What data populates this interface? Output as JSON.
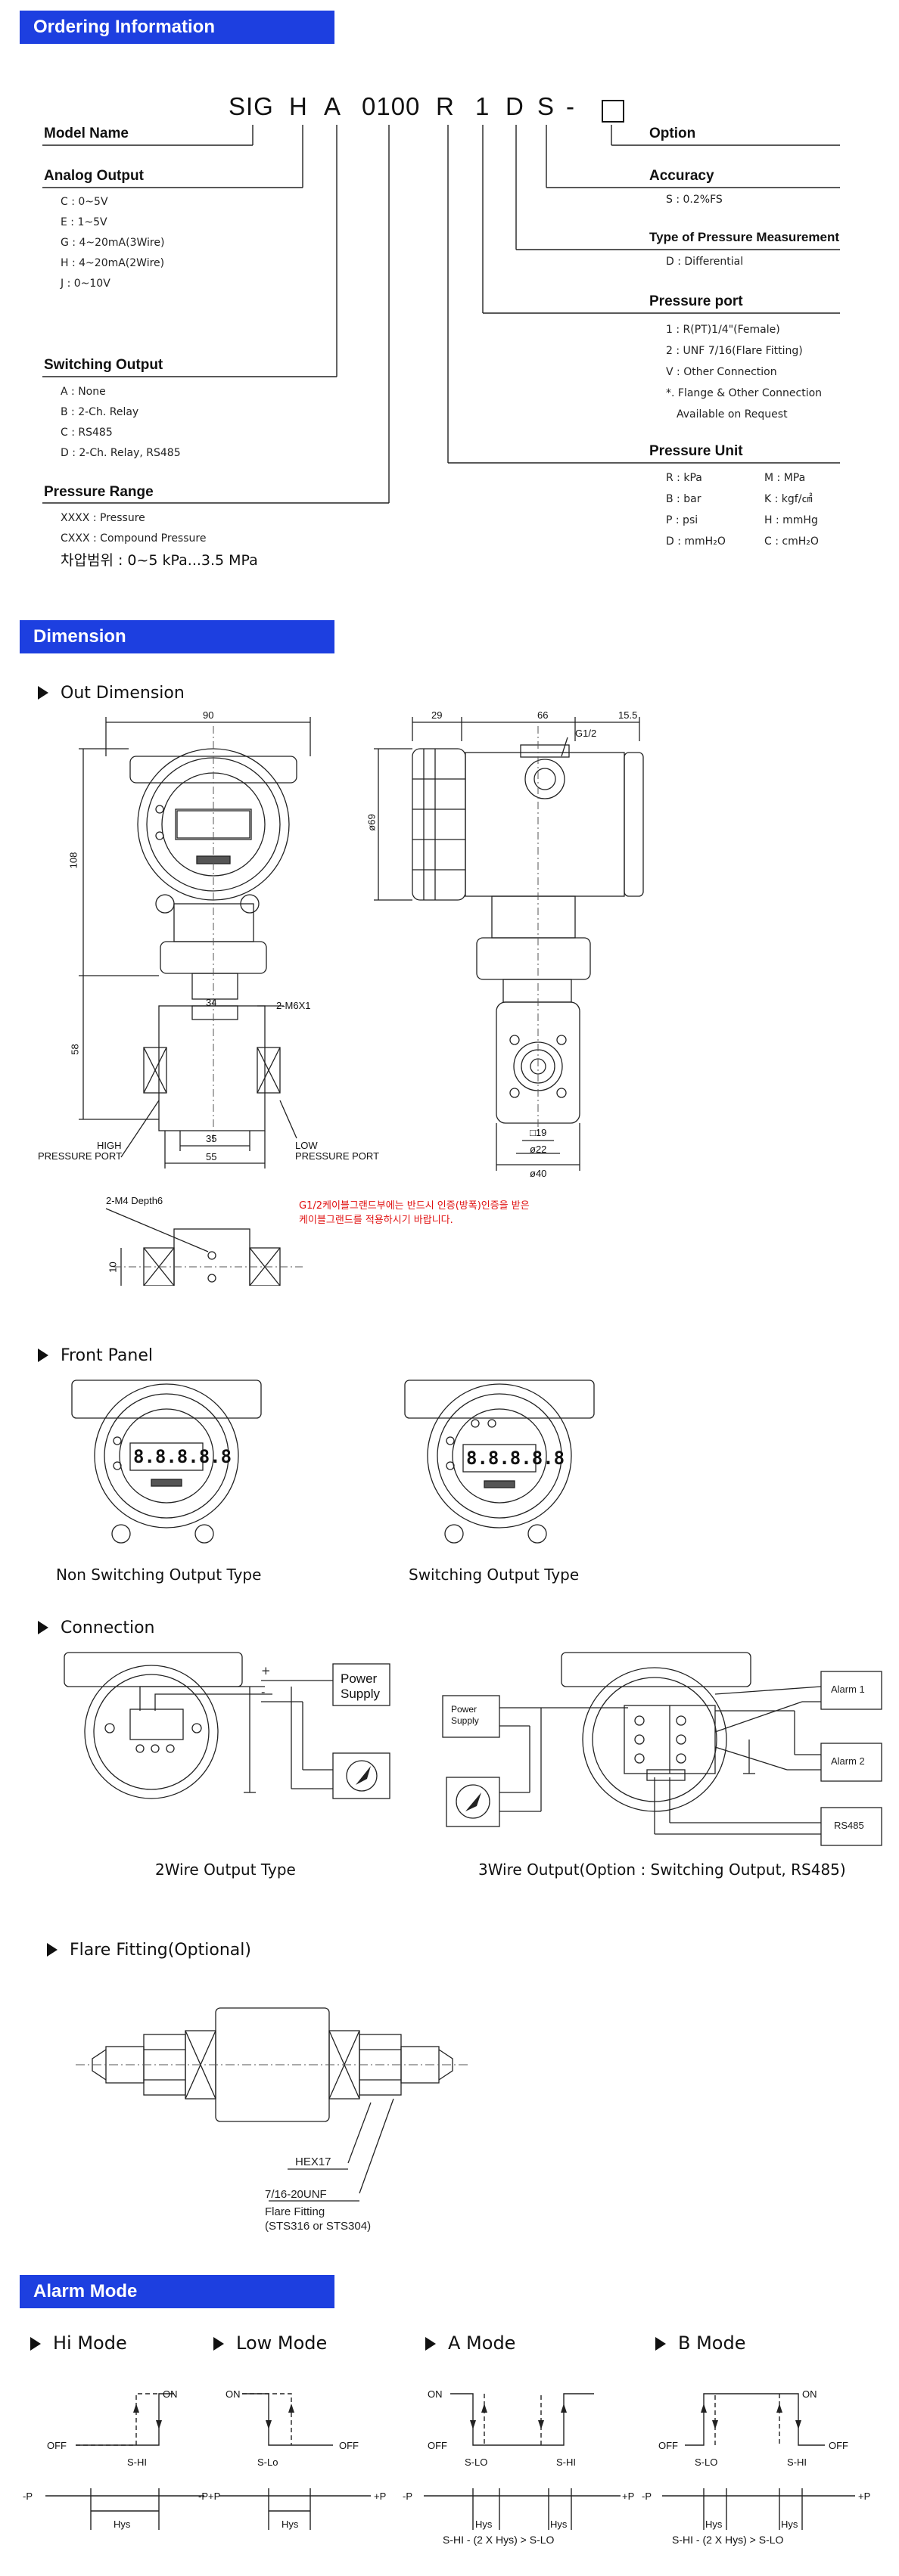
{
  "sections": {
    "ordering": "Ordering Information",
    "dimension": "Dimension",
    "alarm": "Alarm Mode"
  },
  "model_code": [
    "SIG",
    "H",
    "A",
    "0100",
    "R",
    "1",
    "D",
    "S",
    "-"
  ],
  "ordering": {
    "model_name": "Model Name",
    "option": "Option",
    "analog_output": {
      "title": "Analog Output",
      "items": [
        "C : 0~5V",
        "E : 1~5V",
        "G : 4~20mA(3Wire)",
        "H : 4~20mA(2Wire)",
        "J : 0~10V"
      ]
    },
    "switching_output": {
      "title": "Switching Output",
      "items": [
        "A : None",
        "B : 2-Ch. Relay",
        "C : RS485",
        "D : 2-Ch. Relay, RS485"
      ]
    },
    "pressure_range": {
      "title": "Pressure Range",
      "items": [
        "XXXX : Pressure",
        "CXXX : Compound Pressure"
      ],
      "note": "차압범위 : 0~5 kPa...3.5 MPa"
    },
    "accuracy": {
      "title": "Accuracy",
      "items": [
        "S : 0.2%FS"
      ]
    },
    "measurement": {
      "title": "Type of Pressure Measurement",
      "items": [
        "D : Differential"
      ]
    },
    "pressure_port": {
      "title": "Pressure port",
      "items": [
        "1 : R(PT)1/4\"(Female)",
        "2 : UNF 7/16(Flare Fitting)",
        "V : Other Connection",
        "*. Flange & Other Connection",
        "Available on Request"
      ]
    },
    "pressure_unit": {
      "title": "Pressure Unit",
      "left": [
        "R : kPa",
        "B : bar",
        "P : psi",
        "D : mmH₂O"
      ],
      "right": [
        "M : MPa",
        "K : kgf/㎠",
        "H : mmHg",
        "C : cmH₂O"
      ]
    }
  },
  "dimension": {
    "out_dimension": "Out Dimension",
    "labels": {
      "w90": "90",
      "w29": "29",
      "w66": "66",
      "w15": "15.5",
      "g12": "G1/2",
      "d69": "ø69",
      "h108": "108",
      "h58": "58",
      "m34": "34",
      "m6": "2-M6X1",
      "w35": "35",
      "w55": "55",
      "high": "HIGH",
      "high2": "PRESSURE PORT",
      "low": "LOW",
      "low2": "PRESSURE PORT",
      "sq19": "□19",
      "d22": "ø22",
      "d40": "ø40",
      "m4": "2-M4 Depth6",
      "h10": "10"
    },
    "warning": [
      "G1/2케이블그랜드부에는 반드시 인증(방폭)인증을 받은",
      "케이블그랜드를 적용하시기 바랍니다."
    ],
    "front_panel": "Front Panel",
    "non_switching": "Non Switching Output Type",
    "switching": "Switching Output Type",
    "display_value": "8.8.8.8.8",
    "connection": "Connection",
    "power_supply": [
      "Power",
      "Supply"
    ],
    "power_supply_small": [
      "Power",
      "Supply"
    ],
    "alarm1": "Alarm 1",
    "alarm2": "Alarm 2",
    "rs485": "RS485",
    "two_wire": "2Wire Output Type",
    "three_wire": "3Wire Output(Option : Switching Output, RS485)",
    "flare": "Flare Fitting(Optional)",
    "hex17": "HEX17",
    "unf": "7/16-20UNF",
    "flare_note": [
      "Flare Fitting",
      "(STS316 or STS304)"
    ]
  },
  "alarm_modes": [
    {
      "title": "Hi Mode",
      "on": "ON",
      "off": "OFF",
      "set": "S-HI",
      "hys": "Hys"
    },
    {
      "title": "Low Mode",
      "on": "ON",
      "off": "OFF",
      "set": "S-Lo",
      "hys": "Hys"
    },
    {
      "title": "A Mode",
      "on": "ON",
      "off": "OFF",
      "set_lo": "S-LO",
      "set_hi": "S-HI",
      "hys": "Hys",
      "formula": "S-HI - (2 X Hys) > S-LO"
    },
    {
      "title": "B Mode",
      "on": "ON",
      "off": "OFF",
      "set_lo": "S-LO",
      "set_hi": "S-HI",
      "hys": "Hys",
      "formula": "S-HI - (2 X Hys) > S-LO"
    }
  ],
  "axis": {
    "neg": "-P",
    "pos": "+P"
  }
}
